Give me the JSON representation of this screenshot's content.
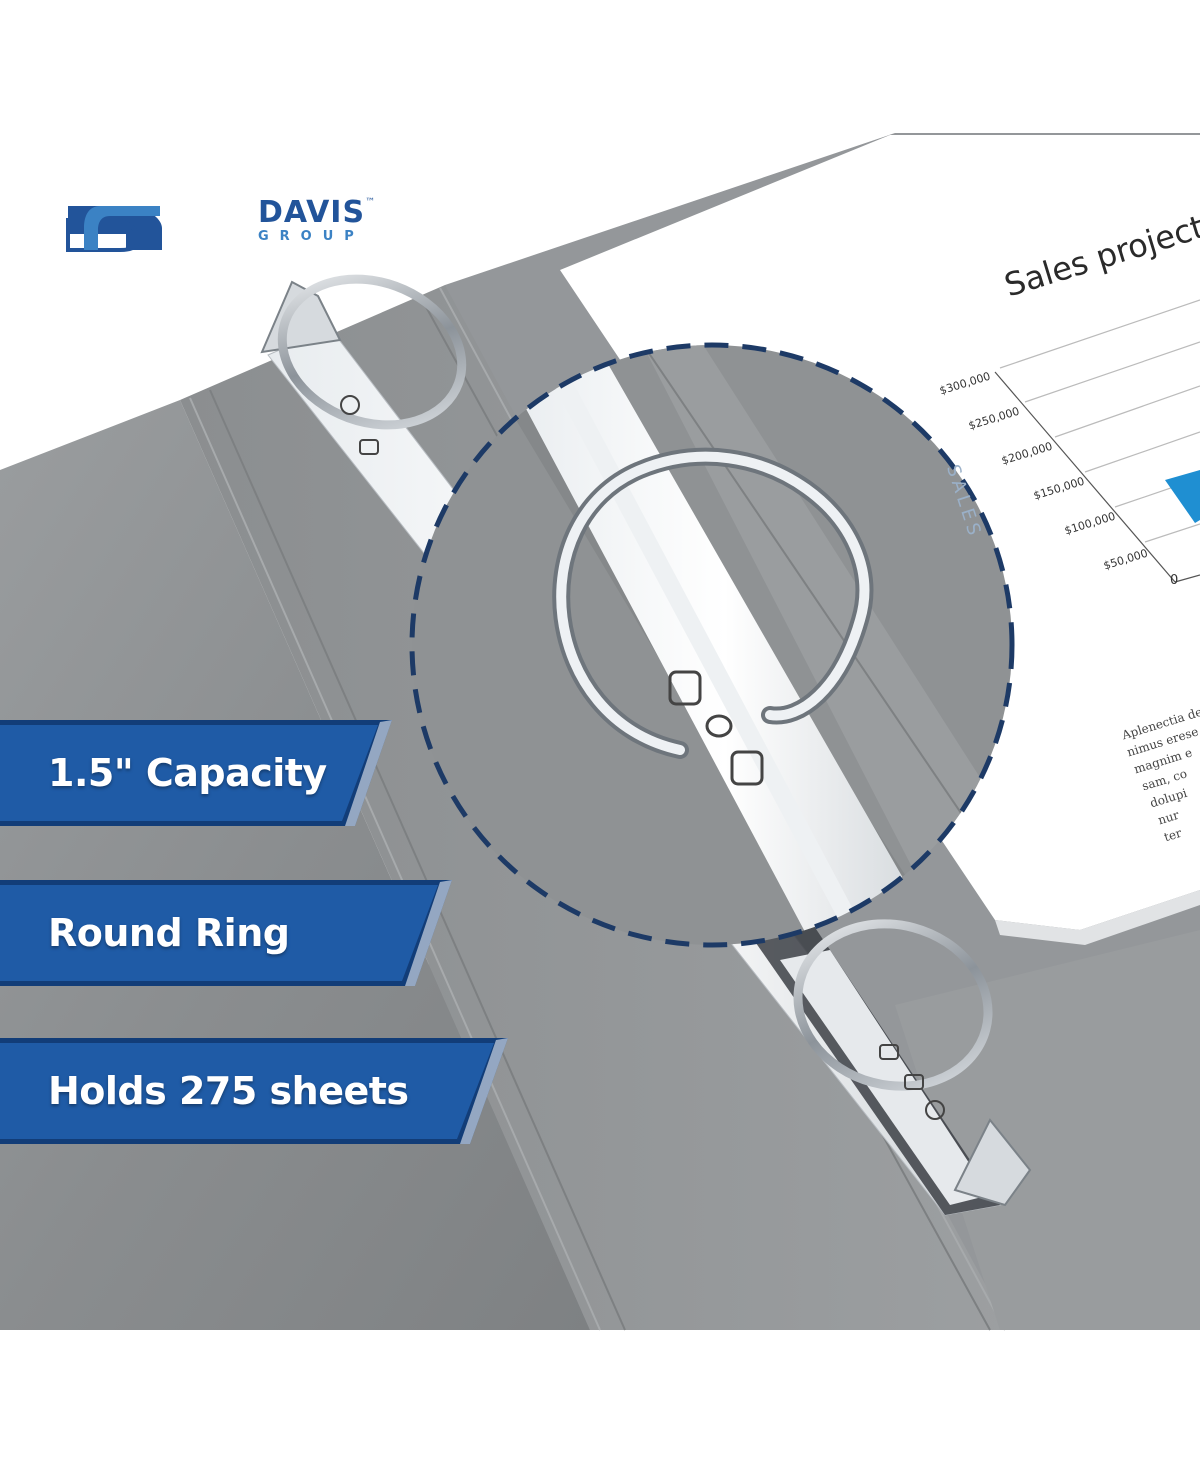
{
  "brand": {
    "monogram": "DG",
    "name": "DAVIS",
    "trademark": "™",
    "subtitle": "GROUP",
    "primary_color": "#22549a",
    "accent_color": "#3b82c4"
  },
  "features": [
    {
      "label": "1.5\" Capacity"
    },
    {
      "label": "Round Ring"
    },
    {
      "label": "Holds 275 sheets"
    }
  ],
  "document": {
    "title": "Sales projecti",
    "axis_label": "SALES",
    "y_ticks": [
      "$300,000",
      "$250,000",
      "$200,000",
      "$150,000",
      "$100,000",
      "$50,000",
      "0"
    ],
    "paragraph_lines": [
      "Aplenectia de",
      "nimus erese",
      "magnim e",
      "sam, co",
      "dolupi",
      "nur",
      "ter"
    ]
  },
  "colors": {
    "binder_gray": "#8d9092",
    "banner_blue": "#1f5ba6",
    "banner_dark": "#123d78",
    "highlight_dash": "#1d3a66",
    "chart_bar": "#1f8fd2"
  }
}
